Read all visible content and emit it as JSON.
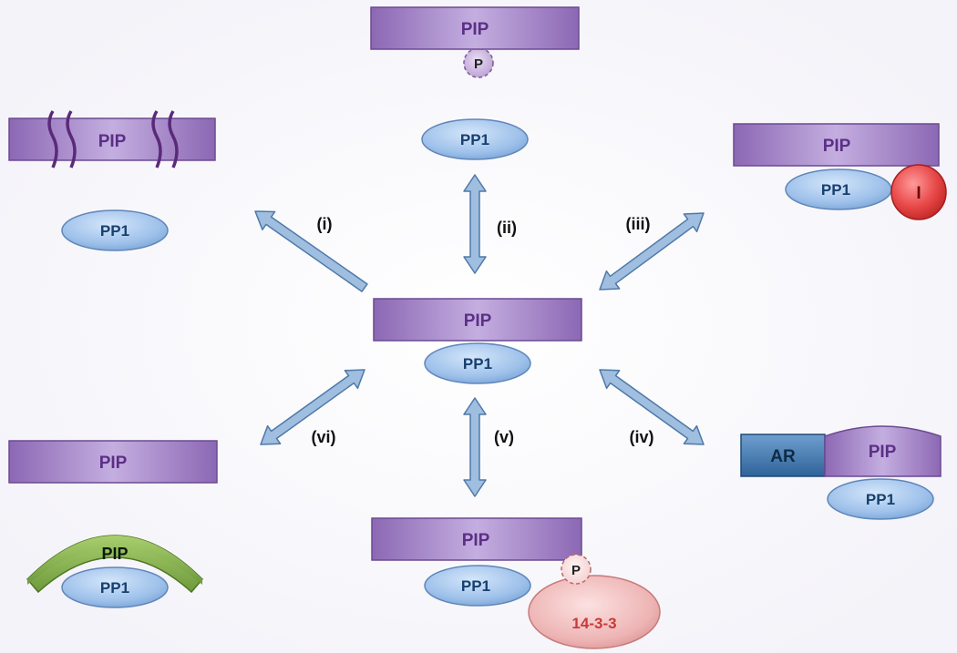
{
  "labels": {
    "pip": "PIP",
    "pp1": "PP1",
    "phospho": "P",
    "inhibitor": "I",
    "ar": "AR",
    "fourteen33": "14-3-3"
  },
  "steps": [
    "(i)",
    "(ii)",
    "(iii)",
    "(iv)",
    "(v)",
    "(vi)"
  ],
  "colors": {
    "pip": "#a98bc9",
    "pp1": "#9dc0ea",
    "inhibitor": "#e84848",
    "ar": "#4a7fb6",
    "fourteen33": "#eeb4b4",
    "pip_green": "#8fb55a",
    "arrow": "#9fbee0",
    "background": "#f4f3f9"
  }
}
